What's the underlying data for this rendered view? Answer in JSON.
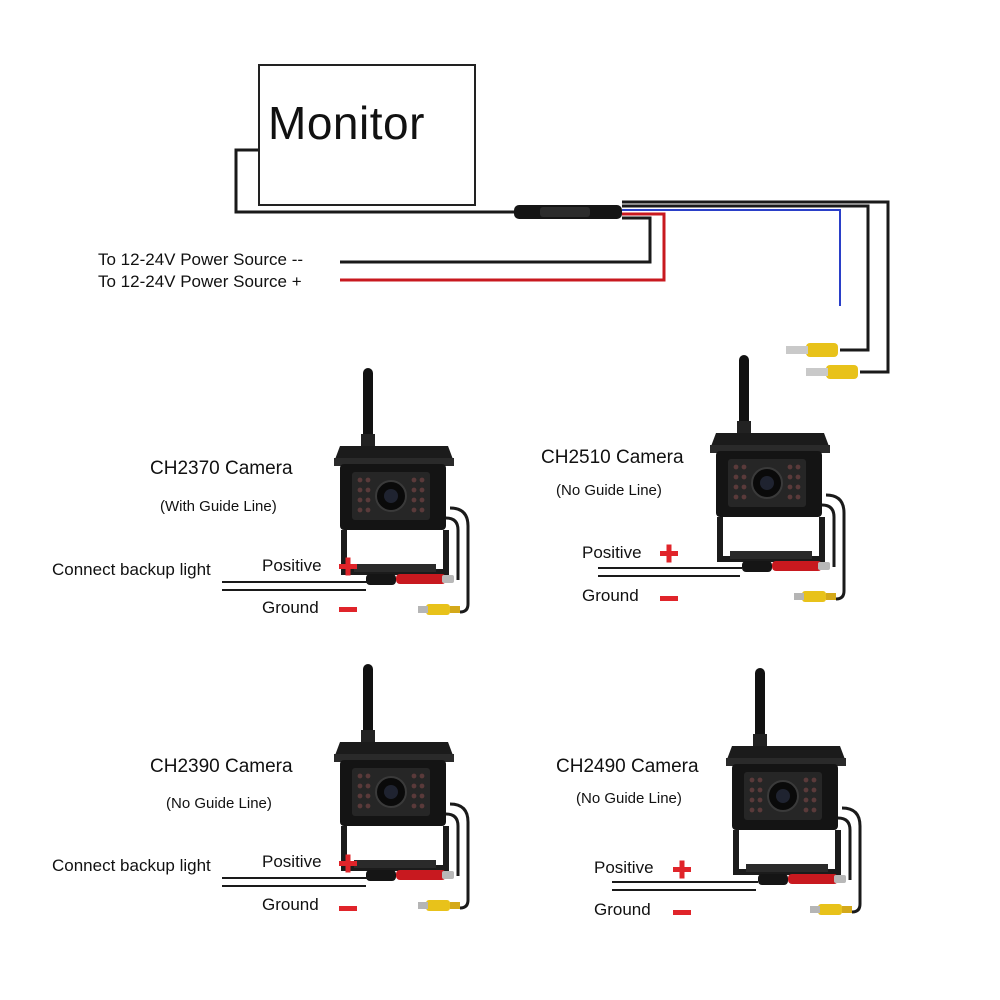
{
  "monitor": {
    "label": "Monitor"
  },
  "power": {
    "negative": "To 12-24V Power Source --",
    "positive": "To 12-24V Power Source +"
  },
  "cameras": [
    {
      "model": "CH2370 Camera",
      "note": "(With Guide Line)",
      "backup": "Connect backup light",
      "positive": "Positive",
      "ground": "Ground"
    },
    {
      "model": "CH2510 Camera",
      "note": "(No Guide Line)",
      "positive": "Positive",
      "ground": "Ground"
    },
    {
      "model": "CH2390  Camera",
      "note": "(No Guide Line)",
      "backup": "Connect backup light",
      "positive": "Positive",
      "ground": "Ground"
    },
    {
      "model": "CH2490 Camera",
      "note": "(No Guide Line)",
      "positive": "Positive",
      "ground": "Ground"
    }
  ],
  "colors": {
    "wire_black": "#1a1a1a",
    "wire_red": "#c8191f",
    "wire_blue": "#2a3fc8",
    "rca_yellow": "#e8c21a",
    "sign_red": "#e0242a"
  }
}
